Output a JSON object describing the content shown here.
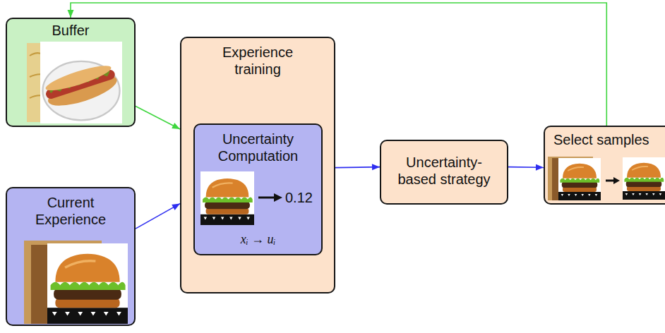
{
  "diagram": {
    "nodes": [
      {
        "text": [
          "Buffer"
        ]
      },
      {
        "text": [
          "Current Experience"
        ]
      },
      {
        "text": [
          "Experience training"
        ]
      },
      {
        "text": [
          "Uncertainty Computation",
          "0.12",
          "xᵢ → uᵢ"
        ],
        "in": 2
      },
      {
        "text": [
          "Uncertainty-based strategy"
        ]
      },
      {
        "text": [
          "Select samples"
        ]
      }
    ],
    "edges": [
      {
        "from": 0,
        "to": 2,
        "arrow": "to"
      },
      {
        "from": 1,
        "to": 2,
        "arrow": "to"
      },
      {
        "from": 2,
        "to": 4,
        "arrow": "to"
      },
      {
        "from": 4,
        "to": 5,
        "arrow": "to"
      },
      {
        "from": 5,
        "to": 0,
        "arrow": "to"
      }
    ]
  }
}
